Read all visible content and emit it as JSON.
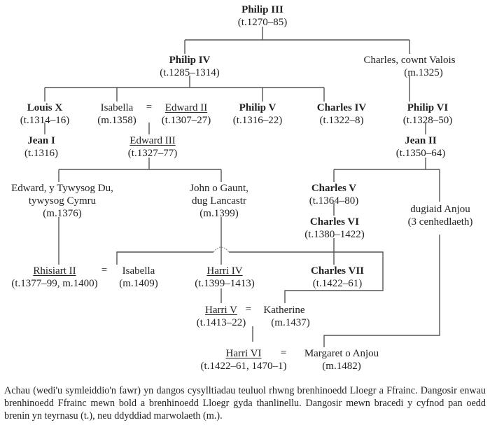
{
  "title": "Family tree: English and French monarchs",
  "nodes": {
    "philip3": {
      "name": "Philip III",
      "date": "(t.1270–85)",
      "kingdom": "france"
    },
    "philip4": {
      "name": "Philip IV",
      "date": "(t.1285–1314)",
      "kingdom": "france"
    },
    "charles_valois": {
      "name": "Charles, cownt Valois",
      "date": "(m.1325)",
      "kingdom": "none"
    },
    "louis10": {
      "name": "Louis X",
      "date": "(t.1314–16)",
      "kingdom": "france"
    },
    "isabella1": {
      "name": "Isabella",
      "date": "(m.1358)",
      "kingdom": "none"
    },
    "edward2": {
      "name": "Edward II",
      "date": "(t.1307–27)",
      "kingdom": "england"
    },
    "philip5": {
      "name": "Philip V",
      "date": "(t.1316–22)",
      "kingdom": "france"
    },
    "charles4": {
      "name": "Charles IV",
      "date": "(t.1322–8)",
      "kingdom": "france"
    },
    "philip6": {
      "name": "Philip VI",
      "date": "(t.1328–50)",
      "kingdom": "france"
    },
    "jean1": {
      "name": "Jean I",
      "date": "(t.1316)",
      "kingdom": "france"
    },
    "edward3": {
      "name": "Edward III",
      "date": "(t.1327–77)",
      "kingdom": "england"
    },
    "jean2": {
      "name": "Jean II",
      "date": "(t.1350–64)",
      "kingdom": "france"
    },
    "black_prince": {
      "name_lines": [
        "Edward, y Tywysog Du,",
        "tywysog Cymru"
      ],
      "date": "(m.1376)",
      "kingdom": "none"
    },
    "john_gaunt": {
      "name_lines": [
        "John o Gaunt,",
        "dug Lancastr"
      ],
      "date": "(m.1399)",
      "kingdom": "none"
    },
    "charles5": {
      "name": "Charles V",
      "date": "(t.1364–80)",
      "kingdom": "france"
    },
    "charles6": {
      "name": "Charles VI",
      "date": "(t.1380–1422)",
      "kingdom": "france"
    },
    "anjou": {
      "name": "dugiaid Anjou",
      "date": "(3 cenhedlaeth)",
      "kingdom": "none"
    },
    "richard2": {
      "name": "Rhisiart II",
      "date": "(t.1377–99, m.1400)",
      "kingdom": "england"
    },
    "isabella2": {
      "name": "Isabella",
      "date": "(m.1409)",
      "kingdom": "none"
    },
    "henry4": {
      "name": "Harri IV",
      "date": "(t.1399–1413)",
      "kingdom": "england"
    },
    "charles7": {
      "name": "Charles VII",
      "date": "(t.1422–61)",
      "kingdom": "france"
    },
    "henry5": {
      "name": "Harri V",
      "date": "(t.1413–22)",
      "kingdom": "england"
    },
    "katherine": {
      "name": "Katherine",
      "date": "(m.1437)",
      "kingdom": "none"
    },
    "henry6": {
      "name": "Harri VI",
      "date": "(t.1422–61, 1470–1)",
      "kingdom": "england"
    },
    "margaret": {
      "name": "Margaret o Anjou",
      "date": "(m.1482)",
      "kingdom": "none"
    }
  },
  "marriage_symbol": "=",
  "marriages": [
    [
      "isabella1",
      "edward2"
    ],
    [
      "richard2",
      "isabella2"
    ],
    [
      "henry5",
      "katherine"
    ],
    [
      "henry6",
      "margaret"
    ]
  ],
  "caption": "Achau (wedi'u symleiddio'n fawr) yn dangos cysylltiadau teuluol rhwng brenhinoedd Lloegr a Ffrainc. Dangosir enwau brenhinoedd Ffrainc mewn bold a brenhinoedd Lloegr gyda thanlinellu. Dangosir mewn bracedi y cyfnod pan oedd brenin yn teyrnasu (t.), neu ddyddiad marwolaeth (m.)."
}
